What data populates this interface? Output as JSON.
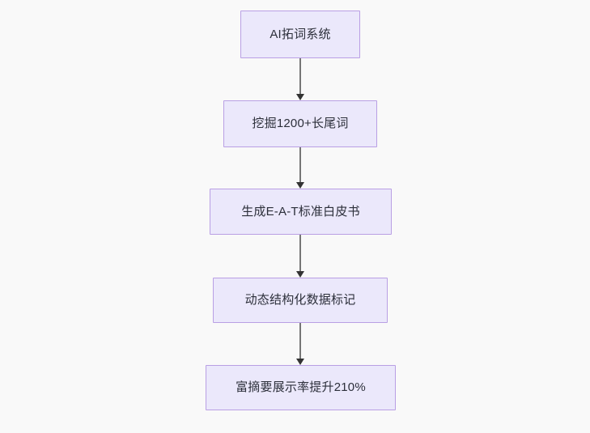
{
  "diagram": {
    "type": "flowchart",
    "direction": "top-down",
    "background_color": "#f9f9f9",
    "node_fill_color": "#ebe8fb",
    "node_border_color": "#b99fe4",
    "node_text_color": "#2c2f3a",
    "edge_color": "#767676",
    "arrowhead_color": "#333333",
    "nodes": [
      {
        "id": "n1",
        "label": "AI拓词系统"
      },
      {
        "id": "n2",
        "label": "挖掘1200+长尾词"
      },
      {
        "id": "n3",
        "label": "生成E-A-T标准白皮书"
      },
      {
        "id": "n4",
        "label": "动态结构化数据标记"
      },
      {
        "id": "n5",
        "label": "富摘要展示率提升210%"
      }
    ],
    "edges": [
      {
        "from": "n1",
        "to": "n2",
        "label": ""
      },
      {
        "from": "n2",
        "to": "n3",
        "label": ""
      },
      {
        "from": "n3",
        "to": "n4",
        "label": ""
      },
      {
        "from": "n4",
        "to": "n5",
        "label": ""
      }
    ]
  }
}
